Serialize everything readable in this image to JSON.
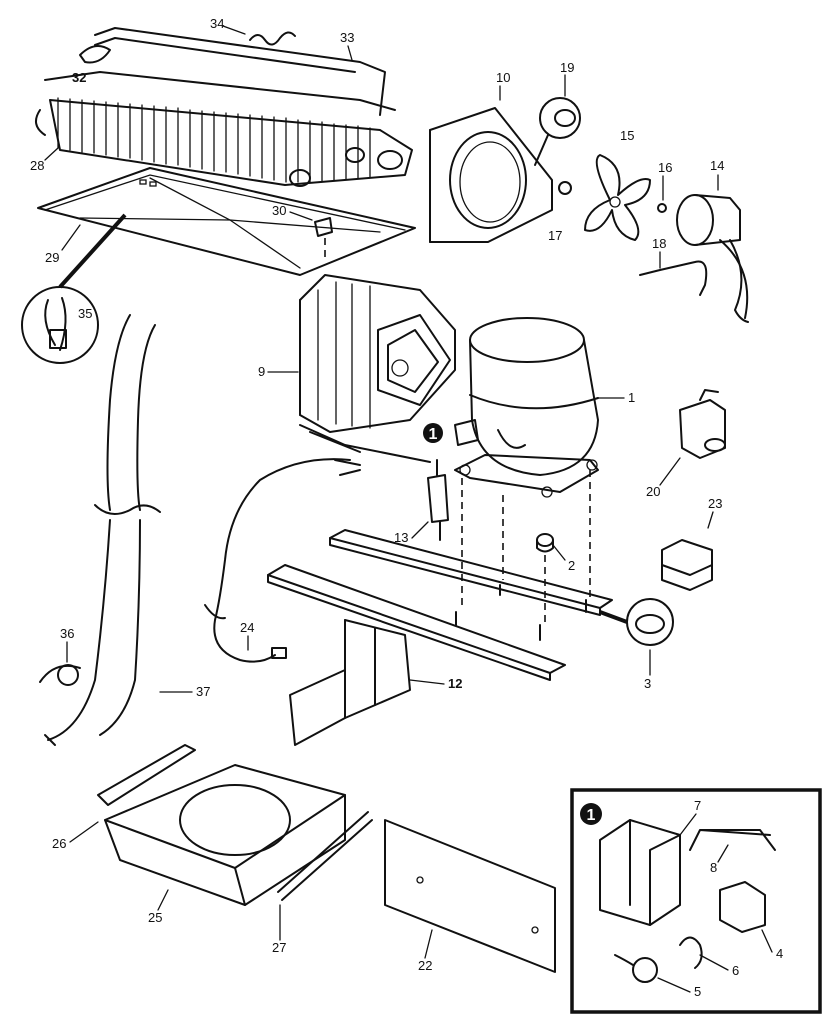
{
  "callouts": {
    "c1": "1",
    "c2": "2",
    "c3": "3",
    "c4": "4",
    "c5": "5",
    "c6": "6",
    "c7": "7",
    "c8": "8",
    "c9": "9",
    "c10": "10",
    "c12": "12",
    "c13": "13",
    "c14": "14",
    "c15": "15",
    "c16": "16",
    "c17": "17",
    "c18": "18",
    "c19": "19",
    "c20": "20",
    "c22": "22",
    "c23": "23",
    "c24": "24",
    "c25": "25",
    "c26": "26",
    "c27": "27",
    "c28": "28",
    "c29": "29",
    "c30": "30",
    "c32": "32",
    "c33": "33",
    "c34": "34",
    "c35": "35",
    "c36": "36",
    "c37": "37"
  },
  "badges": {
    "main": "1",
    "inset": "1"
  }
}
